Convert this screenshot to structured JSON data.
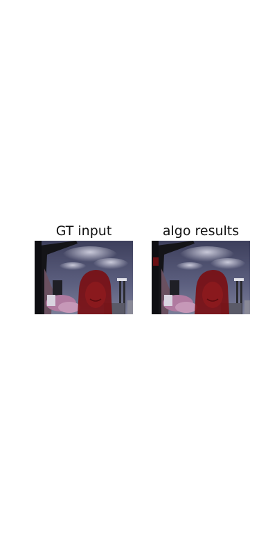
{
  "panels": [
    {
      "title": "GT input",
      "image_description_icon": "photo-person-with-red-mask-overlay"
    },
    {
      "title": "algo results",
      "image_description_icon": "photo-person-with-red-mask-overlay"
    }
  ],
  "colors": {
    "background": "#ffffff",
    "mask_overlay": "#7a0f14",
    "sky": "#4a4e68",
    "title_text": "#111111"
  }
}
